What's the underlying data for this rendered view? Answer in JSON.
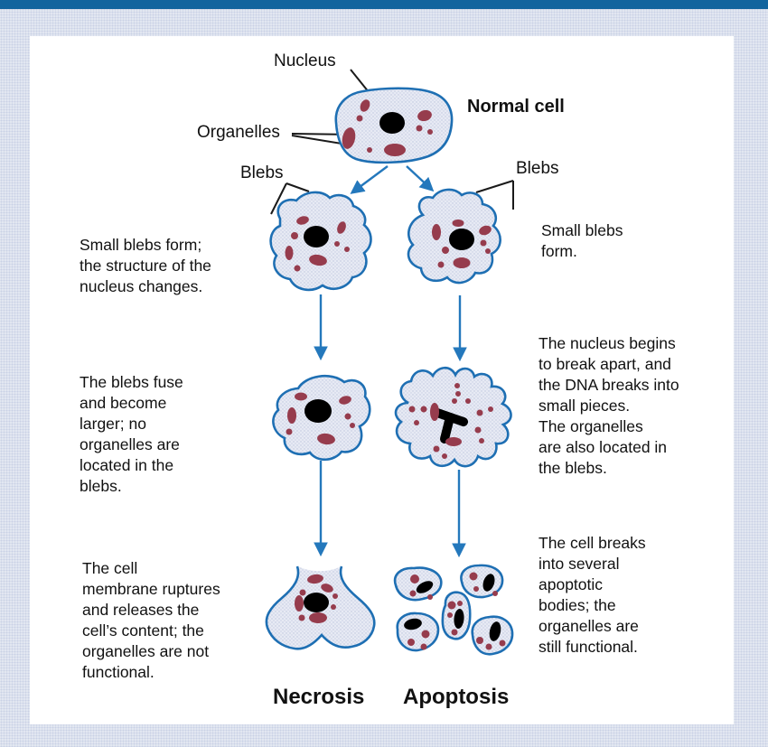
{
  "page": {
    "kind": "biology-textbook-diagram",
    "topic": "Necrosis vs. Apoptosis cell death pathways"
  },
  "colors": {
    "top_bar": "#12649e",
    "page_background": "#dde3ef",
    "panel_background": "#ffffff",
    "cell_fill": "#e4e7f2",
    "cell_outline": "#1e6fb3",
    "organelle": "#963c4d",
    "nucleus": "#000000",
    "arrow": "#2478bc",
    "text": "#111111"
  },
  "labels": {
    "nucleus": "Nucleus",
    "organelles": "Organelles",
    "normal_cell": "Normal cell",
    "blebs": "Blebs",
    "necrosis": "Necrosis",
    "apoptosis": "Apoptosis"
  },
  "captions": {
    "necrosis_step1": "Small blebs form;\nthe structure of the\nnucleus changes.",
    "apoptosis_step1": "Small blebs\nform.",
    "necrosis_step2": "The blebs fuse\nand become\nlarger; no\norganelles are\nlocated in the\nblebs.",
    "apoptosis_step2": "The nucleus begins\nto break apart, and\nthe DNA breaks into\nsmall pieces.\nThe organelles\nare also located in\nthe blebs.",
    "necrosis_step3": "The cell\nmembrane ruptures\nand releases the\ncell’s content; the\norganelles are not\nfunctional.",
    "apoptosis_step3": "The cell breaks\ninto several\napoptotic\nbodies; the\norganelles are\nstill functional."
  }
}
